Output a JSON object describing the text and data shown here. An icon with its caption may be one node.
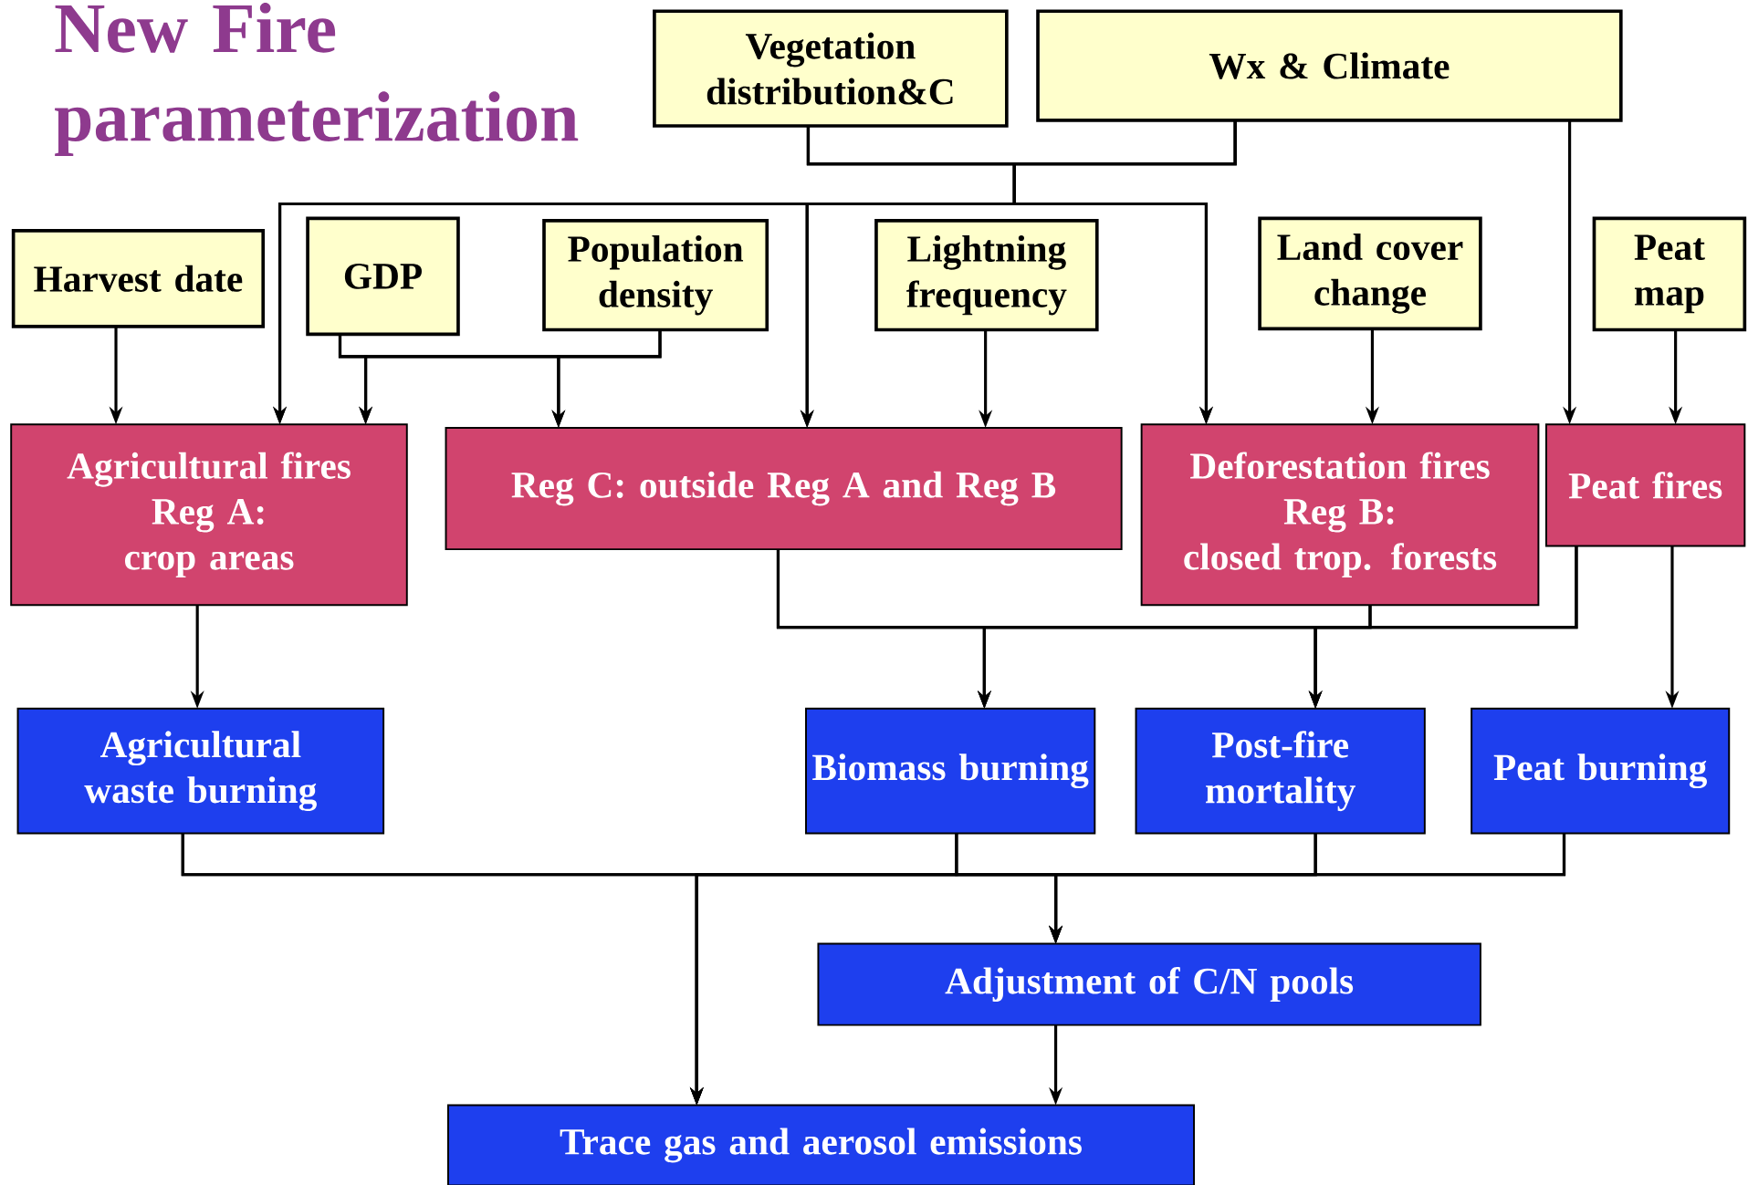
{
  "diagram": {
    "title": "New Fire parameterization",
    "nodes": [
      {
        "text": [
          "Vegetation distribution&C"
        ]
      },
      {
        "text": [
          "Wx & Climate"
        ]
      },
      {
        "text": [
          "Harvest date"
        ]
      },
      {
        "text": [
          "GDP"
        ]
      },
      {
        "text": [
          "Population density"
        ]
      },
      {
        "text": [
          "Lightning frequency"
        ]
      },
      {
        "text": [
          "Land cover change"
        ]
      },
      {
        "text": [
          "Peat map"
        ]
      },
      {
        "text": [
          "Agricultural fires",
          "Reg A:",
          "crop areas"
        ]
      },
      {
        "text": [
          "Reg C: outside Reg A and Reg B"
        ]
      },
      {
        "text": [
          "Deforestation fires",
          "Reg B:",
          "closed trop. forests"
        ]
      },
      {
        "text": [
          "Peat fires"
        ]
      },
      {
        "text": [
          "Agricultural waste burning"
        ]
      },
      {
        "text": [
          "Biomass burning"
        ]
      },
      {
        "text": [
          "Post-fire mortality"
        ]
      },
      {
        "text": [
          "Peat burning"
        ]
      },
      {
        "text": [
          "Adjustment of C/N pools"
        ]
      },
      {
        "text": [
          "Trace gas and aerosol emissions"
        ]
      }
    ],
    "edges": [
      {
        "from": 0,
        "to": 8,
        "arrow": "to"
      },
      {
        "from": 0,
        "to": 9,
        "arrow": "to"
      },
      {
        "from": 0,
        "to": 10,
        "arrow": "to"
      },
      {
        "from": 1,
        "to": 8,
        "arrow": "to"
      },
      {
        "from": 1,
        "to": 9,
        "arrow": "to"
      },
      {
        "from": 1,
        "to": 10,
        "arrow": "to"
      },
      {
        "from": 1,
        "to": 11,
        "arrow": "to"
      },
      {
        "from": 2,
        "to": 8,
        "arrow": "to"
      },
      {
        "from": 3,
        "to": 8,
        "arrow": "to"
      },
      {
        "from": 3,
        "to": 9,
        "arrow": "to"
      },
      {
        "from": 4,
        "to": 8,
        "arrow": "to"
      },
      {
        "from": 4,
        "to": 9,
        "arrow": "to"
      },
      {
        "from": 5,
        "to": 9,
        "arrow": "to"
      },
      {
        "from": 6,
        "to": 10,
        "arrow": "to"
      },
      {
        "from": 7,
        "to": 11,
        "arrow": "to"
      },
      {
        "from": 8,
        "to": 12,
        "arrow": "to"
      },
      {
        "from": 9,
        "to": 13,
        "arrow": "to"
      },
      {
        "from": 9,
        "to": 14,
        "arrow": "to"
      },
      {
        "from": 10,
        "to": 13,
        "arrow": "to"
      },
      {
        "from": 10,
        "to": 14,
        "arrow": "to"
      },
      {
        "from": 11,
        "to": 13,
        "arrow": "to"
      },
      {
        "from": 11,
        "to": 14,
        "arrow": "to"
      },
      {
        "from": 11,
        "to": 15,
        "arrow": "to"
      },
      {
        "from": 12,
        "to": 16,
        "arrow": "to"
      },
      {
        "from": 12,
        "to": 17,
        "arrow": "to"
      },
      {
        "from": 13,
        "to": 16,
        "arrow": "to"
      },
      {
        "from": 13,
        "to": 17,
        "arrow": "to"
      },
      {
        "from": 14,
        "to": 16,
        "arrow": "to"
      },
      {
        "from": 14,
        "to": 17,
        "arrow": "to"
      },
      {
        "from": 15,
        "to": 16,
        "arrow": "to"
      },
      {
        "from": 15,
        "to": 17,
        "arrow": "to"
      },
      {
        "from": 16,
        "to": 17,
        "arrow": "to"
      }
    ]
  }
}
